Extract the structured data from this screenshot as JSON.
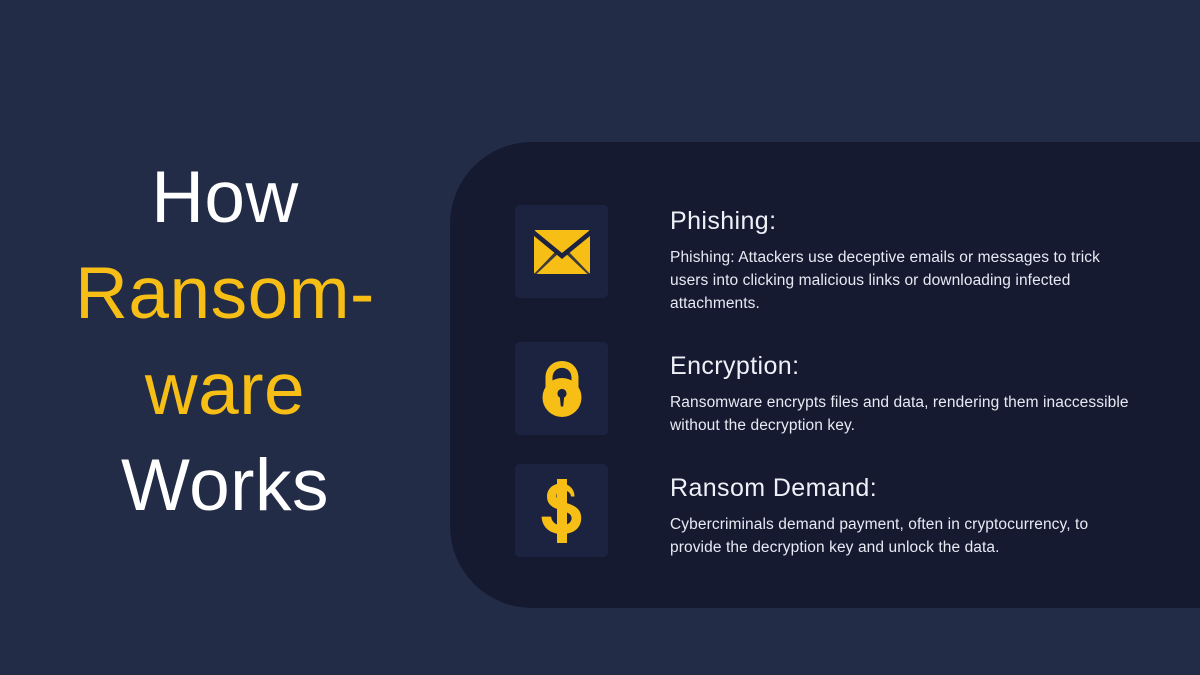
{
  "slide": {
    "title_lines": [
      "How",
      "Ransom-",
      "ware",
      "Works"
    ],
    "title_colors": [
      "white",
      "accent",
      "accent",
      "white"
    ]
  },
  "colors": {
    "background": "#232c47",
    "panel": "#151a30",
    "icon_tile": "#1c2340",
    "accent_yellow": "#f7bf16",
    "heading_text": "#eef1f8",
    "body_text": "#e7eaf3",
    "title_white": "#ffffff"
  },
  "steps": [
    {
      "icon": "envelope-icon",
      "heading": "Phishing:",
      "body": "Phishing: Attackers use deceptive emails or messages to trick users into clicking malicious links or downloading infected attachments."
    },
    {
      "icon": "padlock-icon",
      "heading": "Encryption:",
      "body": "Ransomware encrypts files and data, rendering them inaccessible without the decryption key."
    },
    {
      "icon": "dollar-sign-icon",
      "heading": "Ransom Demand:",
      "body": "Cybercriminals demand payment, often in cryptocurrency, to provide the decryption key and unlock the data."
    }
  ]
}
